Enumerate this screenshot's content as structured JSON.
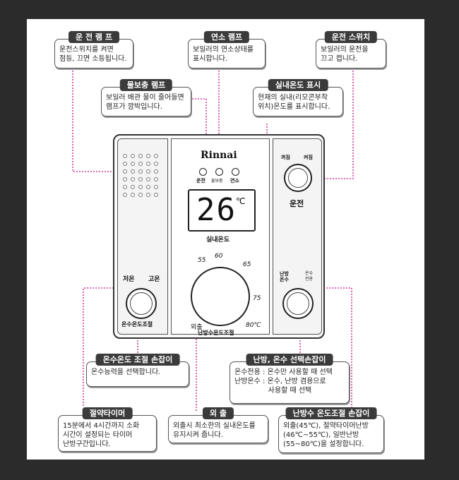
{
  "callouts": {
    "run_lamp": {
      "title": "운 전 램 프",
      "text": "운전스위치를 켜면\n점등, 끄면 소등됩니다."
    },
    "burn_lamp": {
      "title": "연소 램프",
      "text": "보일러의 연소상태를\n표시합니다."
    },
    "run_switch": {
      "title": "운전 스위치",
      "text": "보일러의 운전을\n끄고 켭니다."
    },
    "water_lamp": {
      "title": "물보충 램프",
      "text": "보일러 배관 물이 줄어들면\n램프가 깜박입니다."
    },
    "room_temp": {
      "title": "실내온도 표시",
      "text": "현재의 실내(리모콘부착\n위치)온도를 표시합니다."
    },
    "hotwater_knob": {
      "title": "온수온도 조절 손잡이",
      "text": "온수능력을 선택합니다."
    },
    "mode_knob": {
      "title": "난방, 온수 선택손잡이",
      "text": "온수전용 : 온수만 사용할 때 선택\n난방온수 : 온수, 난방 겸용으로\n               사용할 때 선택"
    },
    "timer": {
      "title": "절약타이머",
      "text": "15분에서 4시간까지 소화\n시간이 설정되는 타이머\n난방구간입니다."
    },
    "away": {
      "title": "외 출",
      "text": "외출시 최소한의 실내온도를\n유지시켜 줍니다."
    },
    "heating_knob": {
      "title": "난방수 온도조절 손잡이",
      "text": "외출(45℃), 절약타이머난방\n(46℃~55℃), 일반난방\n(55~80℃)을 설정합니다."
    }
  },
  "device": {
    "brand": "Rinnai",
    "lamp_labels": [
      "운전",
      "물보충",
      "연소"
    ],
    "temp_value": "26",
    "temp_unit": "℃",
    "temp_label": "실내온도",
    "switch_off": "꺼짐",
    "switch_on": "켜짐",
    "switch_label": "운전",
    "low": "저온",
    "high": "고온",
    "hotwater_label": "온수온도조절",
    "heating_label": "난방수온도조절",
    "mode_heat": "난방\n온수",
    "mode_hot": "온수\n전용",
    "dial_ticks": [
      "55",
      "60",
      "65",
      "75",
      "80℃",
      "외출"
    ]
  }
}
